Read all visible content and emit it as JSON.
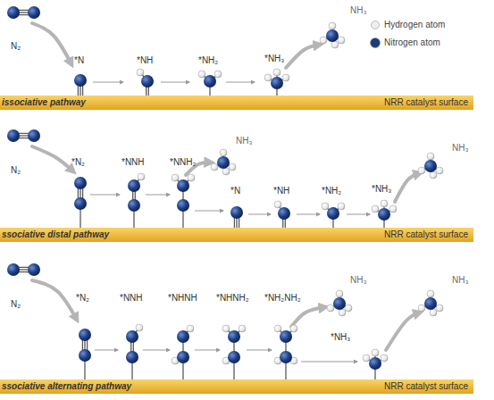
{
  "diagram": {
    "nodes": [
      {
        "text": [
          "issociative pathway",
          "NRR catalyst surface"
        ]
      },
      {
        "text": [
          "ssociative distal pathway",
          "NRR catalyst surface"
        ]
      },
      {
        "text": [
          "ssociative alternating pathway",
          "NRR catalyst surface"
        ]
      }
    ],
    "labels": [
      "N₂",
      "*N",
      "*NH",
      "*NH₂",
      "*NH₃",
      "NH₃",
      "N₂",
      "*N₂",
      "*NNH",
      "*NNH₂",
      "NH₃",
      "*N",
      "*NH",
      "*NH₂",
      "*NH₃",
      "NH₃",
      "N₂",
      "*N₂",
      "*NNH",
      "*NHNH",
      "*NHNH₂",
      "*NH₂NH₂",
      "NH₃",
      "*NH₃",
      "NH₃"
    ],
    "legend": [
      {
        "text": "Hydrogen atom",
        "color": "#eeeeee"
      },
      {
        "text": "Nitrogen atom",
        "color": "#1c3c78"
      }
    ]
  }
}
